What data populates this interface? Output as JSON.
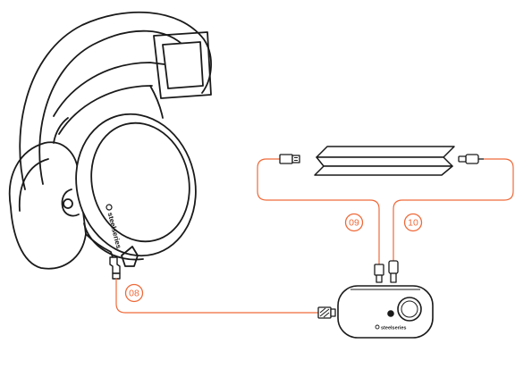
{
  "diagram": {
    "colors": {
      "line_art": "#1a1a1a",
      "cable": "#ef6a3a",
      "callout": "#ef6a3a",
      "background": "#ffffff"
    },
    "headset": {
      "brand_label": "steelseries",
      "brand_icon": "steelseries-logo-icon"
    },
    "base_station": {
      "brand_label": "steelseries",
      "brand_icon": "steelseries-logo-icon"
    },
    "callouts": [
      {
        "label": "08",
        "icon": "callout-badge"
      },
      {
        "label": "09",
        "icon": "callout-badge"
      },
      {
        "label": "10",
        "icon": "callout-badge"
      }
    ],
    "items": [
      {
        "name": "headset",
        "icon": "headset-icon"
      },
      {
        "name": "base-station",
        "icon": "base-station-icon"
      },
      {
        "name": "usb-cable",
        "icon": "usb-connector-icon"
      },
      {
        "name": "audio-cable",
        "icon": "audio-jack-icon"
      },
      {
        "name": "charging-cable",
        "icon": "micro-usb-icon"
      },
      {
        "name": "game-console",
        "icon": "console-icon"
      }
    ]
  }
}
